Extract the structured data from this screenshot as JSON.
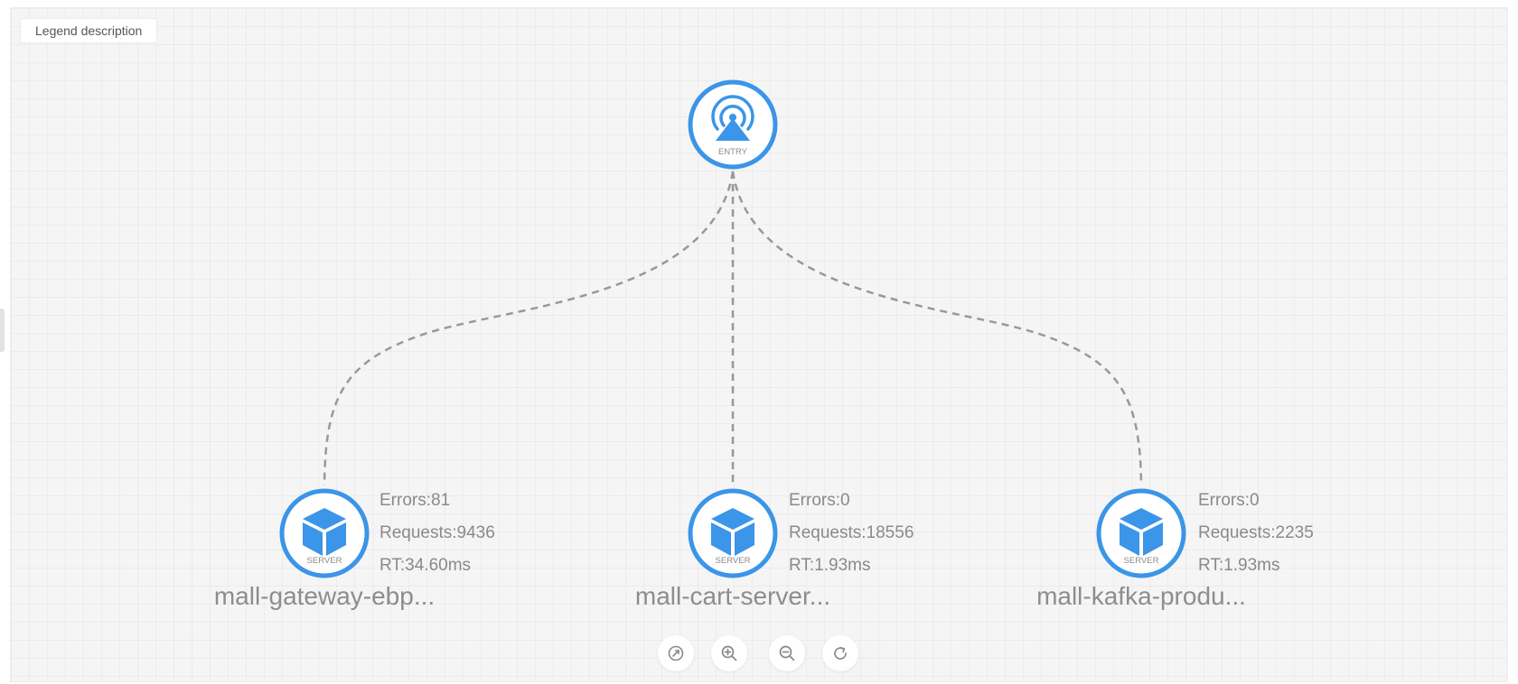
{
  "legend": {
    "label": "Legend description"
  },
  "entry": {
    "badge": "ENTRY",
    "icon": "entry-signal-icon"
  },
  "servers": [
    {
      "badge": "SERVER",
      "name": "mall-gateway-ebp...",
      "errors": "Errors:81",
      "requests": "Requests:9436",
      "rt": "RT:34.60ms",
      "icon": "server-cube-icon"
    },
    {
      "badge": "SERVER",
      "name": "mall-cart-server...",
      "errors": "Errors:0",
      "requests": "Requests:18556",
      "rt": "RT:1.93ms",
      "icon": "server-cube-icon"
    },
    {
      "badge": "SERVER",
      "name": "mall-kafka-produ...",
      "errors": "Errors:0",
      "requests": "Requests:2235",
      "rt": "RT:1.93ms",
      "icon": "server-cube-icon"
    }
  ],
  "toolbar": {
    "items": [
      "fit-view-icon",
      "zoom-in-icon",
      "zoom-out-icon",
      "refresh-icon"
    ]
  },
  "colors": {
    "node_ring": "#3b95e8",
    "node_fill": "#ffffff",
    "edge": "#999999",
    "text": "#8a8a8a"
  }
}
